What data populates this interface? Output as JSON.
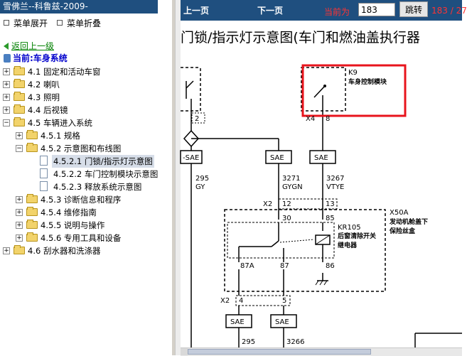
{
  "app": {
    "title": "雪佛兰--科鲁兹-2009-"
  },
  "menu": {
    "expand_label": "菜单展开",
    "collapse_label": "菜单折叠"
  },
  "nav_left": {
    "back_label": "返回上一级",
    "current_label": "当前:车身系统"
  },
  "tree": {
    "n41": "4.1 固定和活动车窗",
    "n42": "4.2 喇叭",
    "n43": "4.3 照明",
    "n44": "4.4 后视镜",
    "n45": "4.5 车辆进入系统",
    "n451": "4.5.1 规格",
    "n452": "4.5.2 示意图和布线图",
    "n4521": "4.5.2.1 门锁/指示灯示意图",
    "n4522": "4.5.2.2 车门控制模块示意图",
    "n4523": "4.5.2.3 释放系统示意图",
    "n453": "4.5.3 诊断信息和程序",
    "n454": "4.5.4 维修指南",
    "n455": "4.5.5 说明与操作",
    "n456": "4.5.6 专用工具和设备",
    "n46": "4.6 刮水器和洗涤器"
  },
  "toolbar": {
    "prev_label": "上一页",
    "next_label": "下一页",
    "current_page_label": "当前为",
    "page_value": "183",
    "jump_label": "跳转",
    "page_total": "183 / 27"
  },
  "diagram": {
    "title": "门锁/指示灯示意图(车门和燃油盖执行器",
    "k9_label": "K9",
    "k9_name": "车身控制模块",
    "x4_label": "X4",
    "pin_8": "8",
    "pin_2": "2",
    "sae_left": "-SAE",
    "sae": "SAE",
    "wire_295": "295",
    "wire_gy": "GY",
    "wire_3271": "3271",
    "wire_gygn": "GYGN",
    "wire_3267": "3267",
    "wire_vtye": "VTYE",
    "x2_label": "X2",
    "pin_12": "12",
    "pin_13": "13",
    "pin_30": "30",
    "pin_85": "85",
    "x50a_label": "X50A",
    "x50a_name1": "发动机舱盖下",
    "x50a_name2": "保险丝盒",
    "kr105_label": "KR105",
    "kr105_name1": "后窗清除开关",
    "kr105_name2": "继电器",
    "pin_87a": "87A",
    "pin_87": "87",
    "pin_86": "86",
    "pin_4": "4",
    "pin_5": "5",
    "wire_3266": "3266"
  },
  "colors": {
    "header_bg": "#1f4f7f",
    "highlight_box": "#e8141c",
    "page_text": "#ff3333"
  }
}
